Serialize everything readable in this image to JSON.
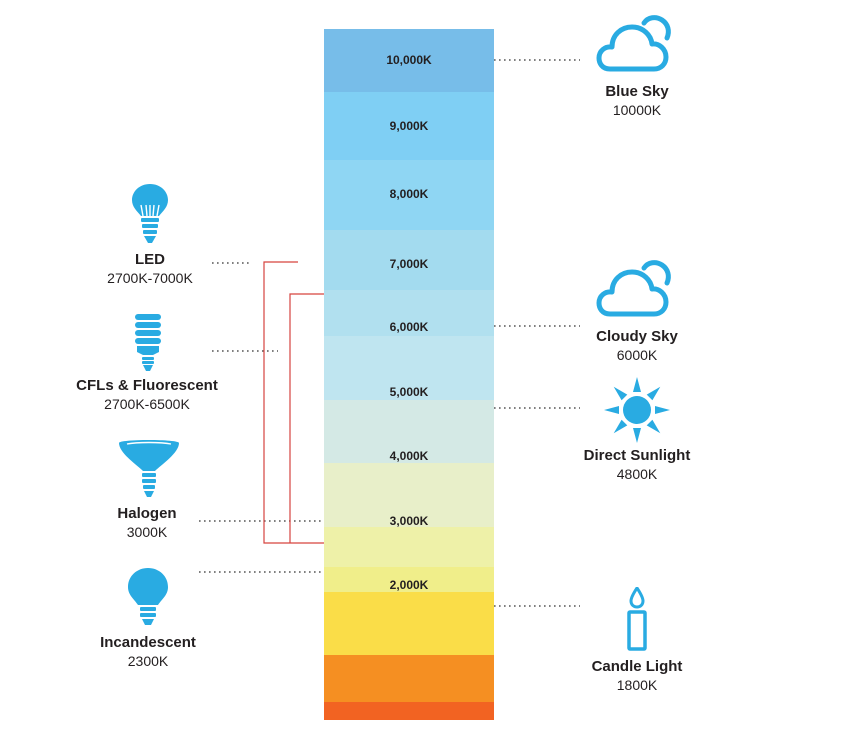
{
  "colors": {
    "icon": "#29abe2",
    "bracket": "#d6443f",
    "dots": "#555555",
    "bands": [
      "#77bde9",
      "#7fcff4",
      "#8fd6f3",
      "#a3dbef",
      "#b1e0ef",
      "#bfe5f0",
      "#d4e9e5",
      "#e8efc9",
      "#eef1a8",
      "#f0ee8a",
      "#fadd48",
      "#f58f22",
      "#f26322"
    ]
  },
  "scale": {
    "labels": [
      "10,000K",
      "9,000K",
      "8,000K",
      "7,000K",
      "6,000K",
      "5,000K",
      "4,000K",
      "3,000K",
      "2,000K"
    ]
  },
  "light_sources": [
    {
      "name": "LED",
      "range": "2700K-7000K",
      "icon": "led-bulb-icon"
    },
    {
      "name": "CFLs & Fluorescent",
      "range": "2700K-6500K",
      "icon": "cfl-bulb-icon"
    },
    {
      "name": "Halogen",
      "range": "3000K",
      "icon": "halogen-bulb-icon"
    },
    {
      "name": "Incandescent",
      "range": "2300K",
      "icon": "incandescent-bulb-icon"
    }
  ],
  "natural_sources": [
    {
      "name": "Blue Sky",
      "range": "10000K",
      "icon": "cloud-icon"
    },
    {
      "name": "Cloudy Sky",
      "range": "6000K",
      "icon": "cloud-icon"
    },
    {
      "name": "Direct Sunlight",
      "range": "4800K",
      "icon": "sun-icon"
    },
    {
      "name": "Candle Light",
      "range": "1800K",
      "icon": "candle-icon"
    }
  ]
}
